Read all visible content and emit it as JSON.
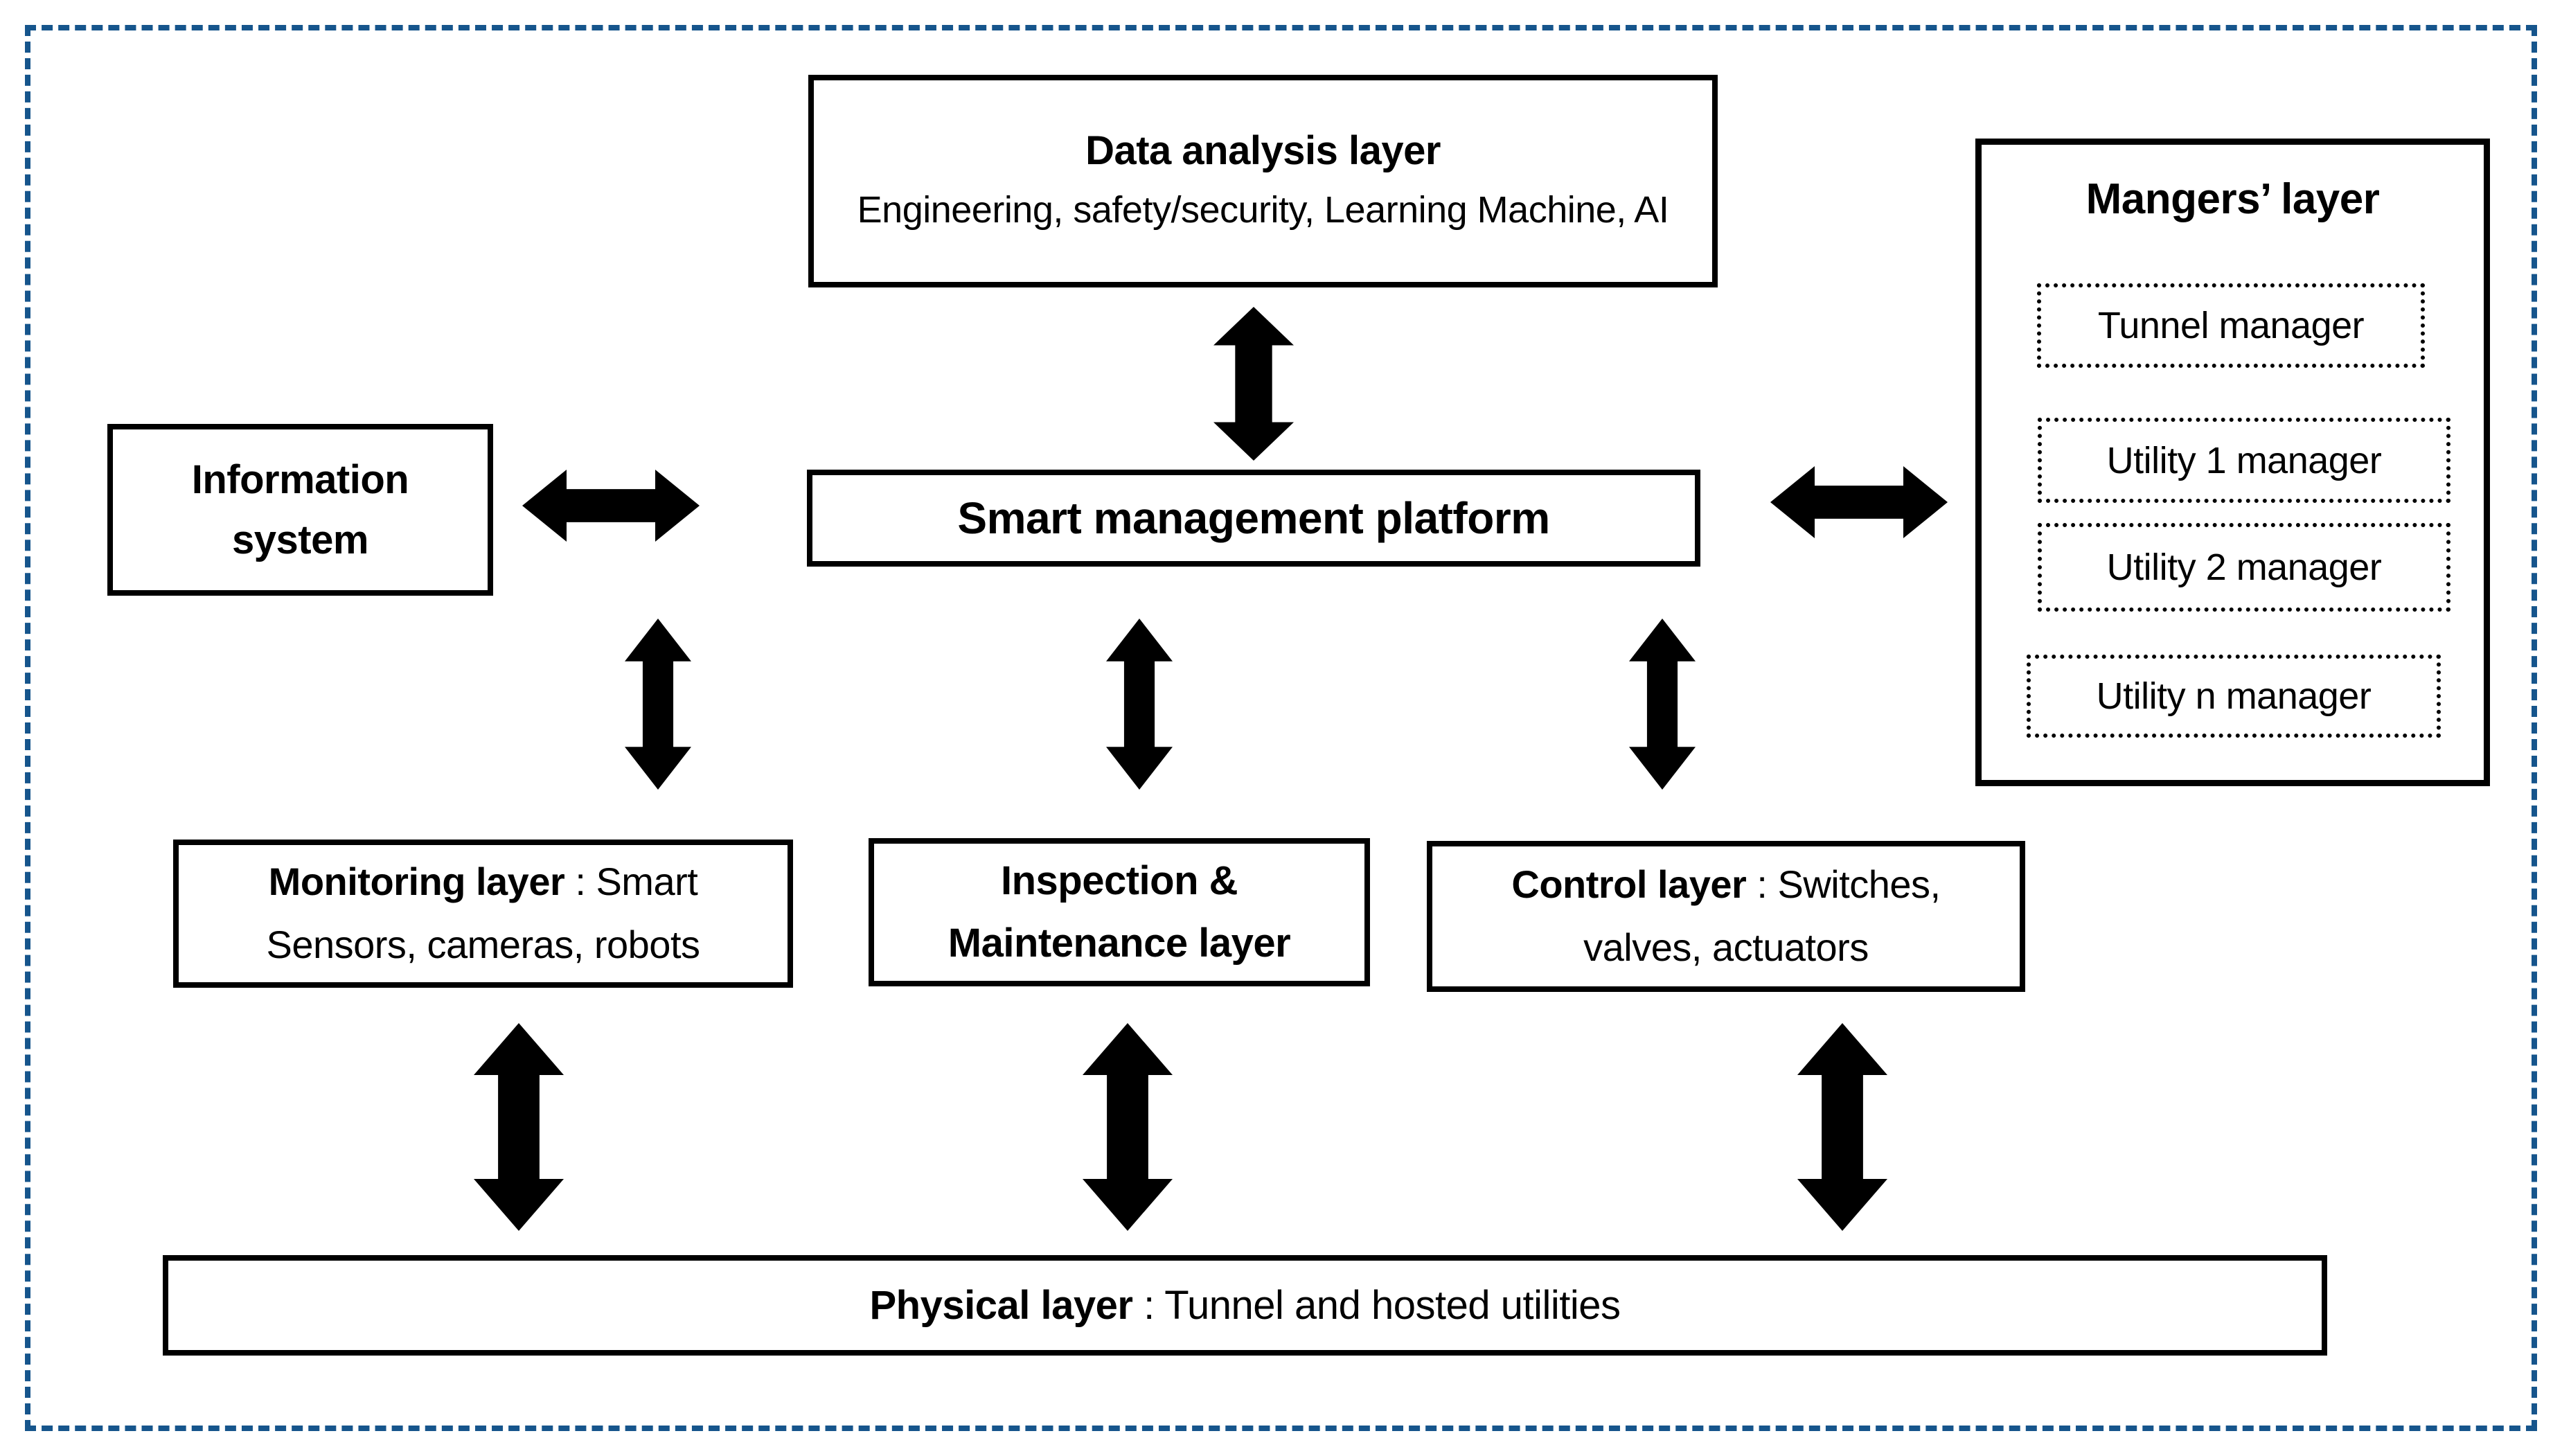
{
  "page": {
    "background": "#FFFFFF",
    "border_color": "#16558C",
    "box_border_color": "#000000",
    "text_color": "#000000",
    "arrow_color": "#000000"
  },
  "boxes": {
    "data_analysis": {
      "title": "Data analysis layer",
      "subtitle": "Engineering, safety/security, Learning Machine, AI"
    },
    "information_system": {
      "title": "Information system"
    },
    "smart_platform": {
      "title": "Smart management platform"
    },
    "managers": {
      "title": "Mangers’ layer",
      "items": [
        "Tunnel manager",
        "Utility 1 manager",
        "Utility 2 manager",
        "Utility n manager"
      ]
    },
    "monitoring": {
      "label": "Monitoring layer",
      "sep": " : ",
      "description": "Smart Sensors, cameras, robots"
    },
    "inspection": {
      "title": "Inspection & Maintenance layer"
    },
    "control": {
      "label": "Control layer",
      "sep": " : ",
      "description": "Switches, valves, actuators"
    },
    "physical": {
      "label": "Physical layer",
      "sep": " : ",
      "description": "Tunnel and hosted utilities"
    }
  }
}
